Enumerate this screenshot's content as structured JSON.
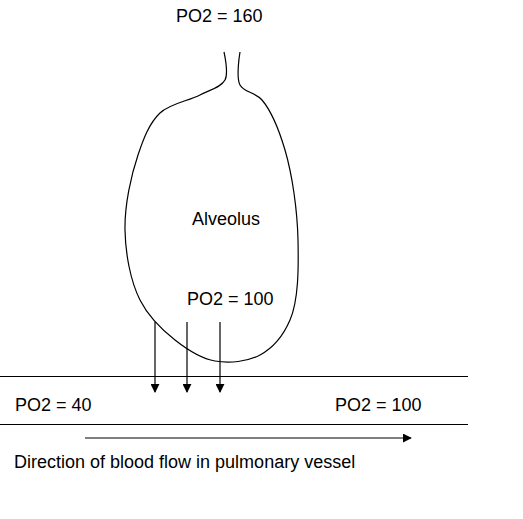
{
  "diagram": {
    "nodes": [
      {
        "text": [
          "Alveolus",
          "PO2 = 100"
        ]
      },
      {
        "text": [
          "PO2 = 40",
          "PO2 = 100"
        ]
      }
    ],
    "edges": [
      {
        "from": 0,
        "to": 1,
        "arrow": "to"
      },
      {
        "from": 0,
        "to": 1,
        "arrow": "to"
      },
      {
        "from": 0,
        "to": 1,
        "arrow": "to"
      }
    ],
    "labels": [
      "PO2 = 160",
      "Direction of blood flow in pulmonary vessel"
    ]
  }
}
